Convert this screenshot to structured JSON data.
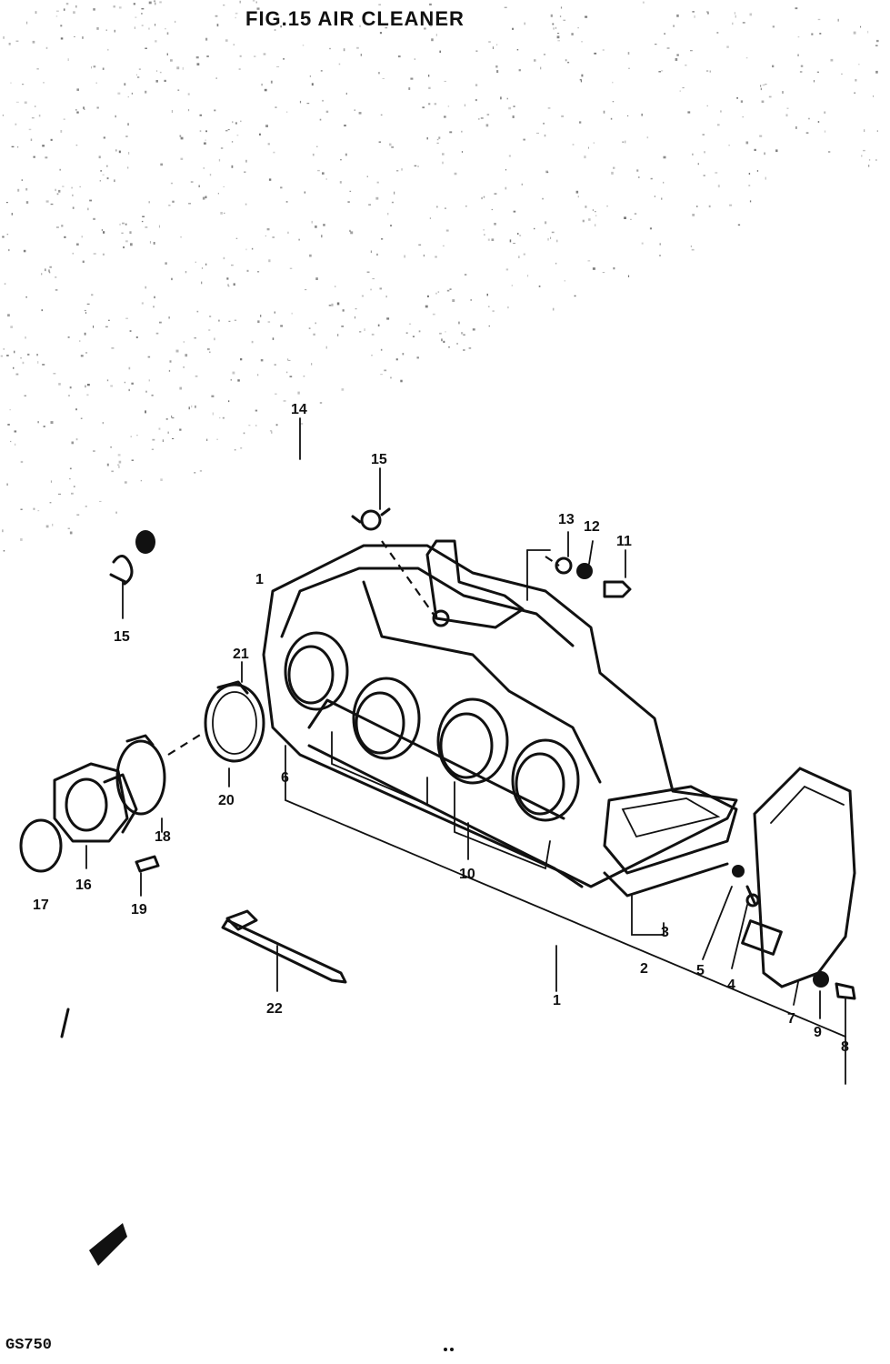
{
  "title": "FIG.15 AIR CLEANER",
  "model": "GS750",
  "part_callouts": [
    "1",
    "1",
    "2",
    "3",
    "4",
    "5",
    "6",
    "7",
    "8",
    "9",
    "10",
    "11",
    "12",
    "13",
    "14",
    "15",
    "15",
    "16",
    "17",
    "18",
    "19",
    "20",
    "21",
    "22"
  ]
}
